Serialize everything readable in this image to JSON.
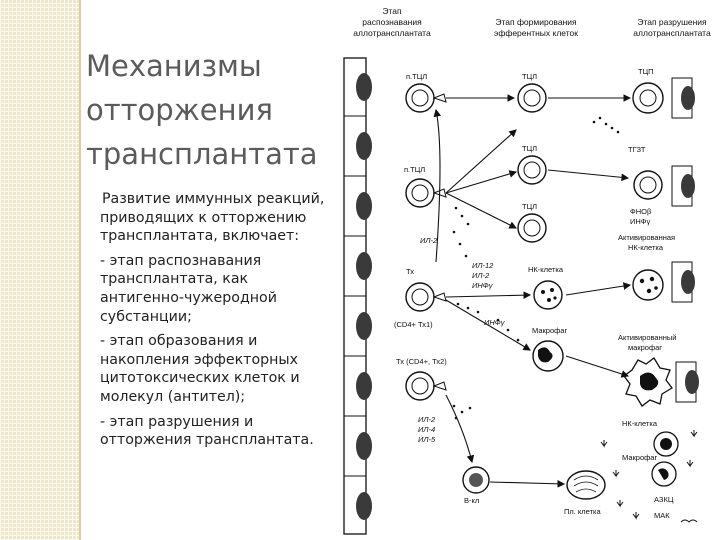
{
  "slide": {
    "title_lines": [
      "Механизмы",
      "отторжения",
      "трансплантата"
    ],
    "paragraphs": [
      "Развитие иммунных реакций, приводящих к отторжению трансплантата, включает:",
      "- этап распознавания трансплантата, как антигенно-чужеродной субстанции;",
      "- этап образования и накопления эффекторных цитотоксических клеток и молекул (антител);",
      "- этап разрушения и отторжения трансплантата."
    ]
  },
  "diagram": {
    "stage_headers": {
      "recognition": [
        "Этап",
        "распознавания",
        "аллотрансплантата"
      ],
      "formation": [
        "Этап формирования",
        "эфферентных клеток"
      ],
      "destruction": [
        "Этап разрушения",
        "аллотрансплантата"
      ]
    },
    "cell_labels": {
      "ptcl_top": "п.ТЦЛ",
      "ptcl_mid": "п.ТЦЛ",
      "th": "Тх",
      "th_cd4_th1": "(CD4+ Тх1)",
      "th_cd4_th2": "Тх  (CD4+, Тх2)",
      "tcl_1": "ТЦЛ",
      "tcl_2": "ТЦЛ",
      "tcl_3": "ТЦЛ",
      "nk_cell": "НК-клетка",
      "macrophage": "Макрофаг",
      "b_cell": "В-кл",
      "plasma_cell": "Пл. клетка",
      "tcp_right": "ТЦП",
      "tgzt": "ТГЗТ",
      "fno_ifn": [
        "ФНОβ",
        "ИНФγ"
      ],
      "activated_nk": [
        "Активированная",
        "НК-клетка"
      ],
      "activated_macrophage": [
        "Активированный",
        "макрофаг"
      ],
      "nk_right": "НК-клетка",
      "macrophage_right": "Макрофаг",
      "adcc": "АЗКЦ",
      "mac": "МАК"
    },
    "cytokines": {
      "il2": "ИЛ-2",
      "il_group_1": [
        "ИЛ-12",
        "ИЛ-2",
        "ИНФγ"
      ],
      "infg": "ИНФγ",
      "il_group_2": [
        "ИЛ-2",
        "ИЛ-4",
        "ИЛ-5"
      ]
    }
  }
}
